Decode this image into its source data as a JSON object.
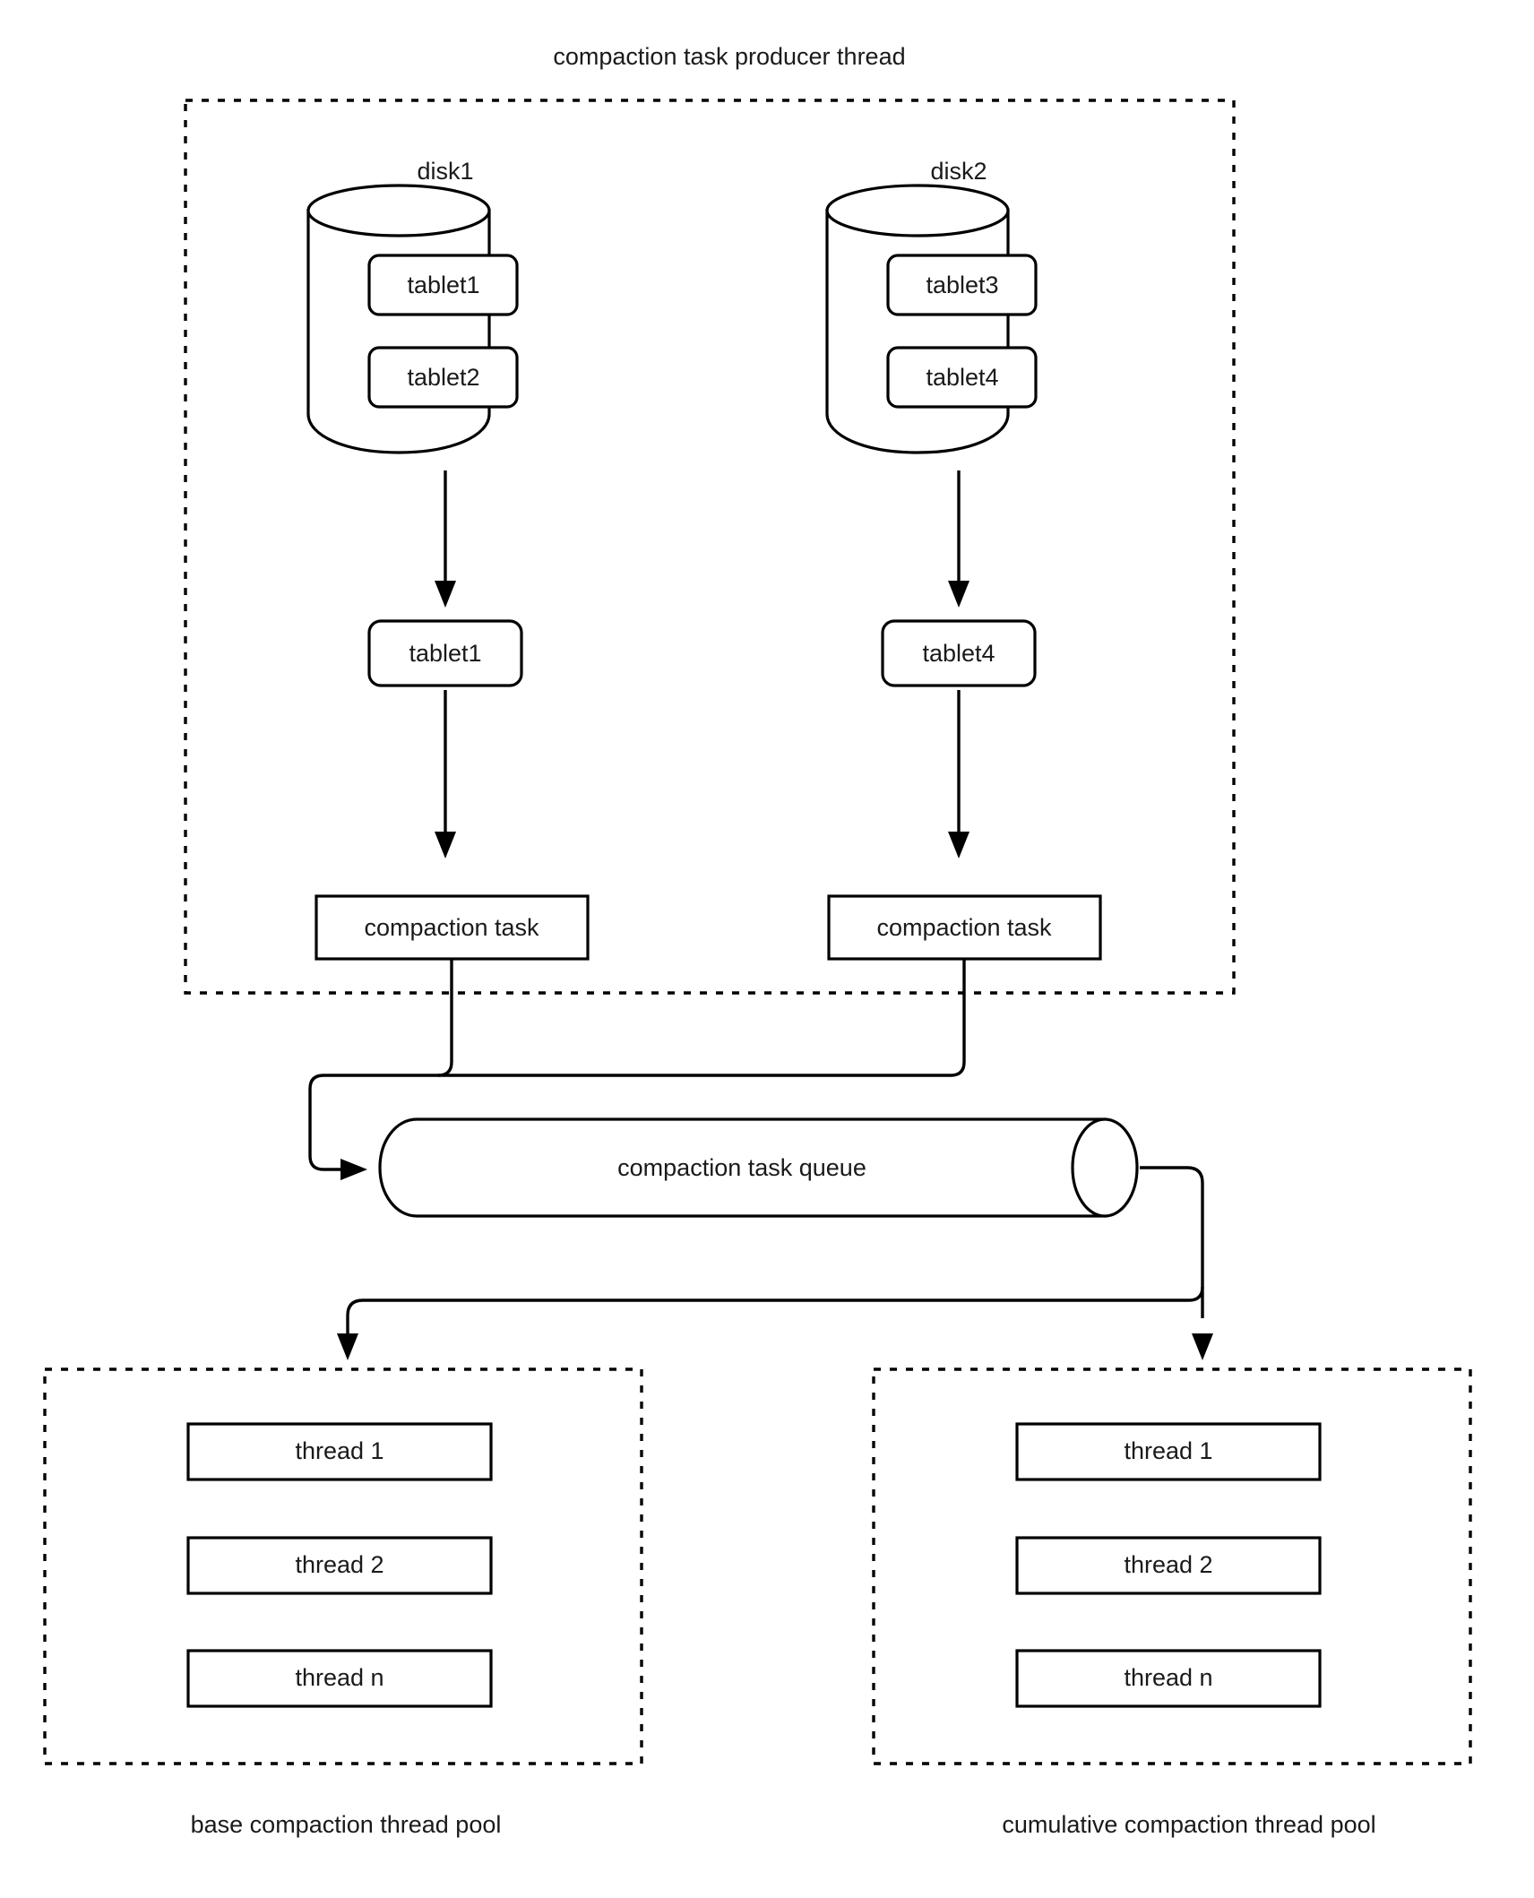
{
  "diagram": {
    "title": "compaction task producer thread",
    "producer_panel": {
      "label": "compaction task producer thread",
      "disks": [
        {
          "name": "disk1",
          "tablets": [
            "tablet1",
            "tablet2"
          ],
          "selected_tablet": "tablet1",
          "task_box": "compaction task"
        },
        {
          "name": "disk2",
          "tablets": [
            "tablet3",
            "tablet4"
          ],
          "selected_tablet": "tablet4",
          "task_box": "compaction task"
        }
      ]
    },
    "queue": {
      "label": "compaction task queue"
    },
    "pools": [
      {
        "label": "base compaction thread pool",
        "threads": [
          "thread 1",
          "thread 2",
          "thread n"
        ]
      },
      {
        "label": "cumulative compaction thread pool",
        "threads": [
          "thread 1",
          "thread 2",
          "thread n"
        ]
      }
    ]
  },
  "colors": {
    "stroke": "#000000",
    "text": "#1a1a1a",
    "background": "#ffffff"
  }
}
